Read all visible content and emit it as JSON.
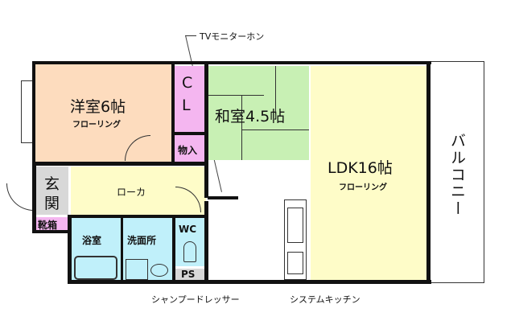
{
  "floorplan": {
    "rooms": {
      "western_room": {
        "name": "洋室6帖",
        "floor": "フローリング",
        "color": "#fddcbe"
      },
      "closet": {
        "name_line1": "C",
        "name_line2": "L",
        "color": "#f4b6f0"
      },
      "storage": {
        "name": "物入",
        "color": "#f4b6f0"
      },
      "japanese_room": {
        "name": "和室4.5帖",
        "color": "#c8f0b4"
      },
      "ldk": {
        "name": "LDK16帖",
        "floor": "フローリング",
        "color": "#fefcc8"
      },
      "balcony": {
        "name": "バルコニー",
        "color": "#ffffff"
      },
      "entrance": {
        "name_line1": "玄",
        "name_line2": "関",
        "color": "#d8d8d8"
      },
      "shoe_box": {
        "name": "靴箱",
        "color": "#f4b6f0"
      },
      "hallway": {
        "name": "ローカ",
        "color": "#fefcc8"
      },
      "bathroom": {
        "name": "浴室",
        "color": "#c0f0fa"
      },
      "washroom": {
        "name": "洗面所",
        "color": "#c0f0fa"
      },
      "wc": {
        "name": "WC",
        "color": "#c0f0fa"
      },
      "ps": {
        "name": "PS",
        "color": "#d8d8d8"
      }
    },
    "annotations": {
      "tv_monitor": "TVモニターホン",
      "shampoo_dresser": "シャンプードレッサー",
      "system_kitchen": "システムキッチン"
    }
  }
}
